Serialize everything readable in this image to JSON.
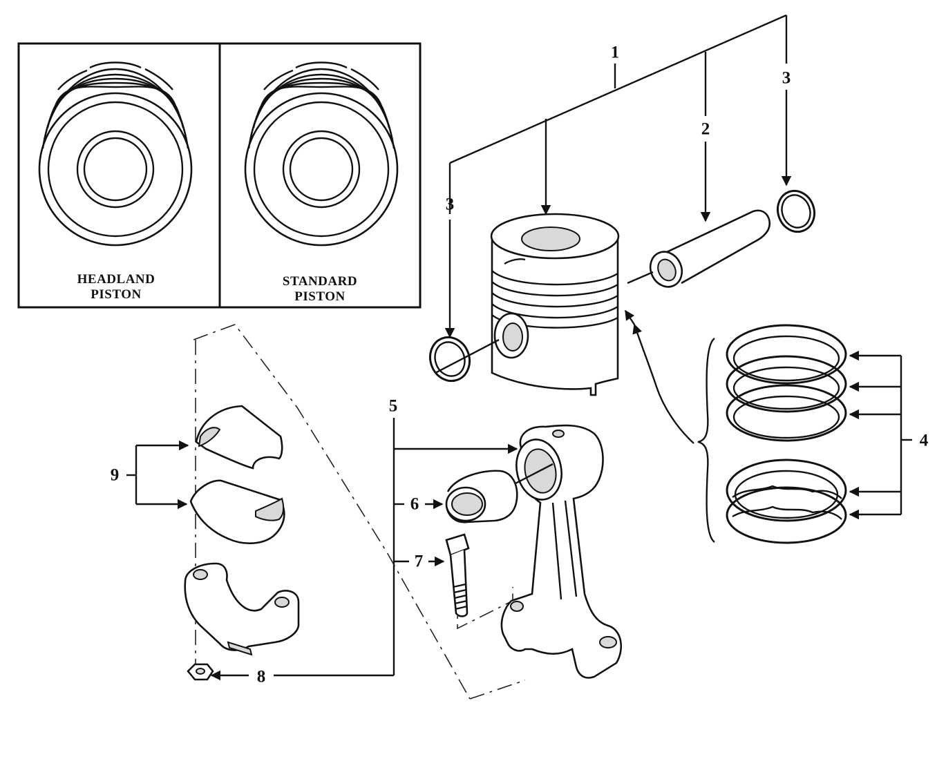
{
  "inset": {
    "left_label_line1": "HEADLAND",
    "left_label_line2": "PISTON",
    "right_label_line1": "STANDARD",
    "right_label_line2": "PISTON"
  },
  "callouts": {
    "c1": "1",
    "c2": "2",
    "c3_right": "3",
    "c3_left": "3",
    "c4": "4",
    "c5": "5",
    "c6": "6",
    "c7": "7",
    "c8": "8",
    "c9": "9"
  }
}
